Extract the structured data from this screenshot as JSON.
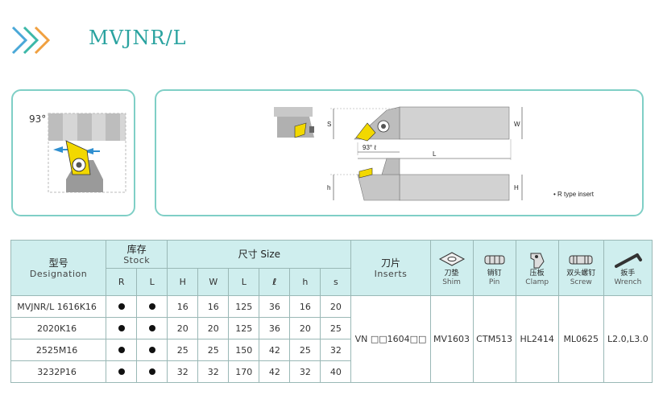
{
  "header": {
    "title": "MVJNR/L"
  },
  "colors": {
    "accent": "#2aa3a0",
    "panel_border": "#7fcfc6",
    "header_bg": "#cfeeee",
    "insert": "#f2d800"
  },
  "drawings": {
    "angle_label": "93°",
    "dim_s": "S",
    "dim_w": "W",
    "dim_angle": "93° ℓ",
    "dim_l": "L",
    "dim_h_small": "h",
    "dim_h_big": "H",
    "note": "• R type insert"
  },
  "table": {
    "headers": {
      "designation_zh": "型号",
      "designation_en": "Designation",
      "stock_zh": "库存",
      "stock_en": "Stock",
      "stock_r": "R",
      "stock_l": "L",
      "size_label": "尺寸 Size",
      "size_cols": [
        "H",
        "W",
        "L",
        "ℓ",
        "h",
        "s"
      ],
      "inserts_zh": "刀片",
      "inserts_en": "Inserts",
      "shim_zh": "刀垫",
      "shim_en": "Shim",
      "pin_zh": "销钉",
      "pin_en": "Pin",
      "clamp_zh": "压板",
      "clamp_en": "Clamp",
      "screw_zh": "双头螺钉",
      "screw_en": "Screw",
      "wrench_zh": "扳手",
      "wrench_en": "Wrench"
    },
    "rows": [
      {
        "designation": "MVJNR/L 1616K16",
        "H": "16",
        "W": "16",
        "L": "125",
        "l": "36",
        "h": "16",
        "s": "20"
      },
      {
        "designation": "2020K16",
        "H": "20",
        "W": "20",
        "L": "125",
        "l": "36",
        "h": "20",
        "s": "25"
      },
      {
        "designation": "2525M16",
        "H": "25",
        "W": "25",
        "L": "150",
        "l": "42",
        "h": "25",
        "s": "32"
      },
      {
        "designation": "3232P16",
        "H": "32",
        "W": "32",
        "L": "170",
        "l": "42",
        "h": "32",
        "s": "40"
      }
    ],
    "shared": {
      "insert": "VN □□1604□□",
      "shim": "MV1603",
      "pin": "CTM513",
      "clamp": "HL2414",
      "screw": "ML0625",
      "wrench": "L2.0,L3.0"
    }
  }
}
